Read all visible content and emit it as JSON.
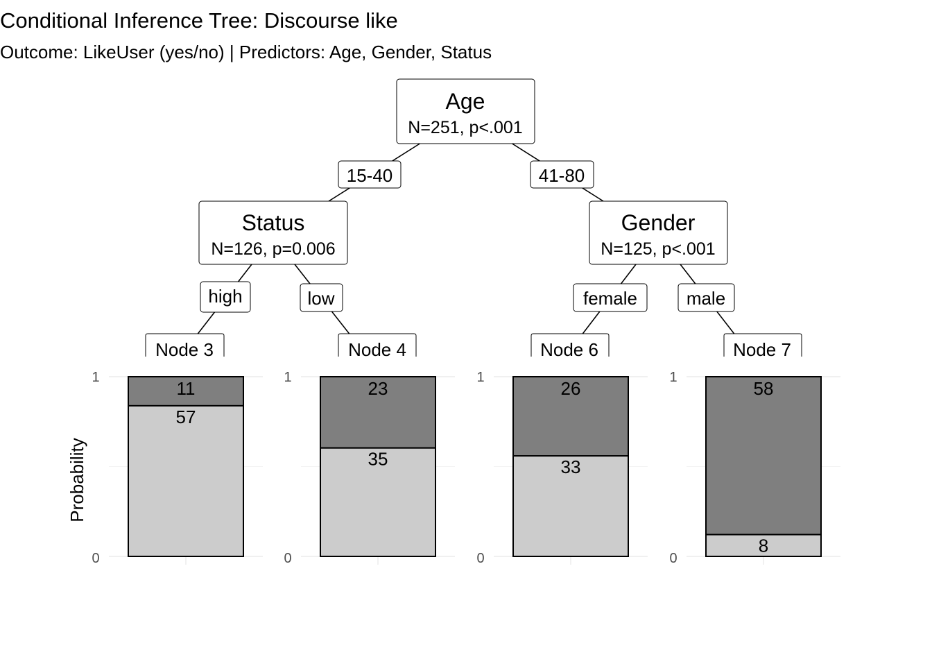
{
  "title": "Conditional Inference Tree: Discourse like",
  "subtitle": "Outcome: LikeUser (yes/no) | Predictors: Age, Gender, Status",
  "colors": {
    "yes": "#7f7f7f",
    "no": "#cccccc",
    "tick": "#4d4d4d",
    "grid": "#ebebeb"
  },
  "tree": {
    "root": {
      "name": "Age",
      "stats": "N=251, p<.001"
    },
    "left": {
      "name": "Status",
      "stats": "N=126, p=0.006",
      "edge": "15-40"
    },
    "right": {
      "name": "Gender",
      "stats": "N=125, p<.001",
      "edge": "41-80"
    },
    "left_left_edge": "high",
    "left_right_edge": "low",
    "right_left_edge": "female",
    "right_right_edge": "male"
  },
  "chart_data": {
    "type": "bar",
    "ylabel": "Probability",
    "ylim": [
      0,
      1
    ],
    "yticks": [
      "0",
      "1"
    ],
    "stacked": true,
    "categories": [
      "Node 3",
      "Node 4",
      "Node 6",
      "Node 7"
    ],
    "series": [
      {
        "values": [
          11,
          23,
          26,
          58
        ]
      },
      {
        "values": [
          57,
          35,
          33,
          8
        ]
      }
    ]
  }
}
